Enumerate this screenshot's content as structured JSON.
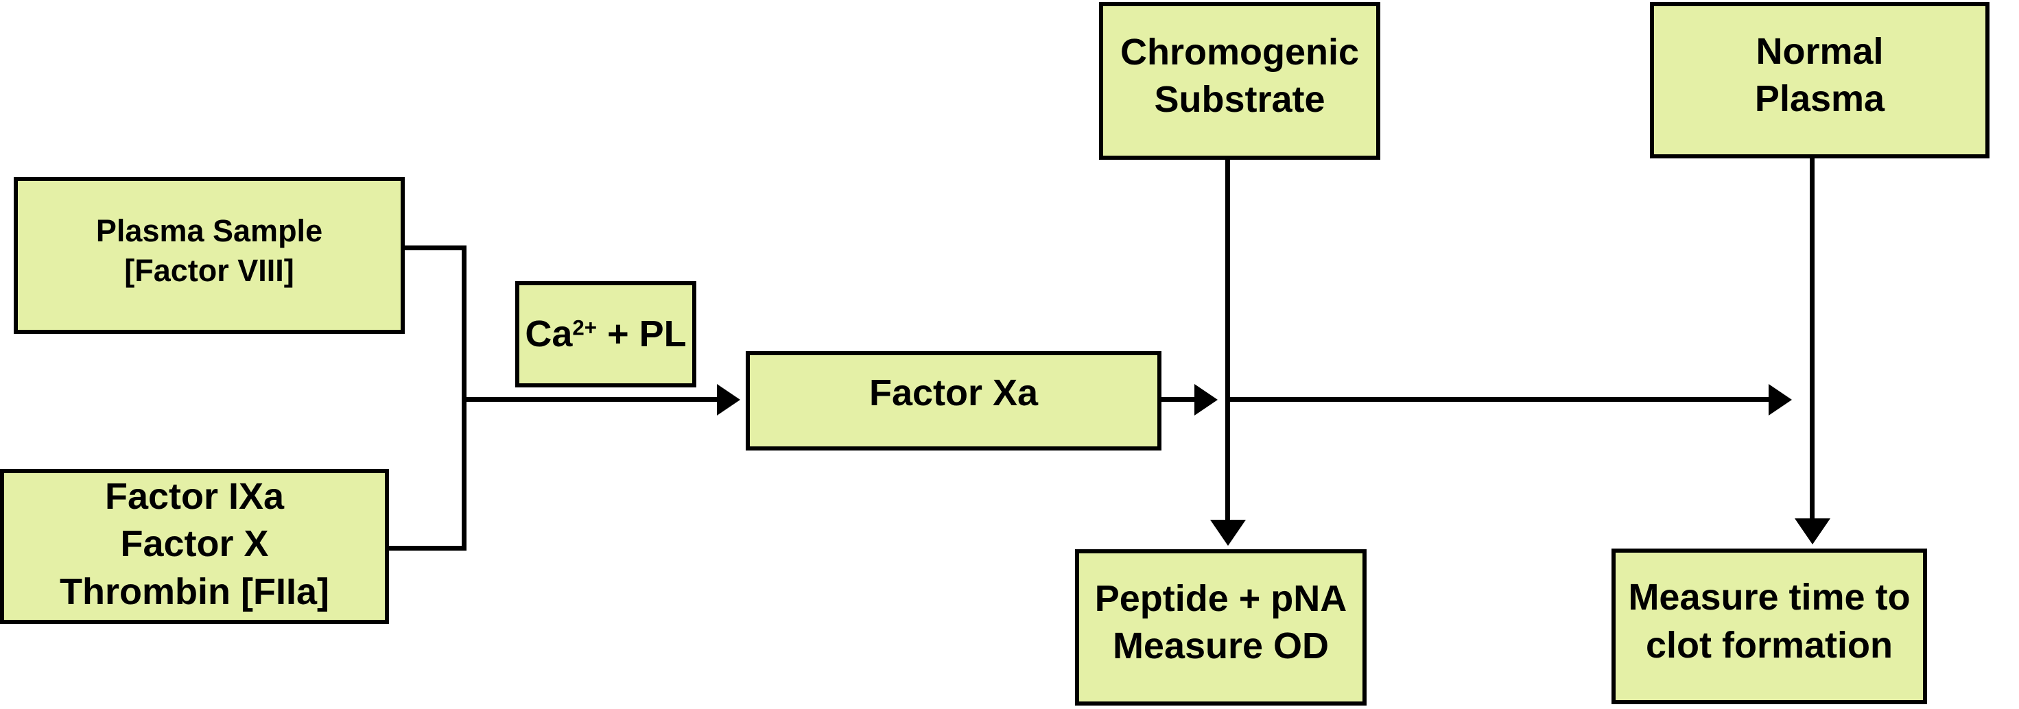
{
  "diagram": {
    "background": "#ffffff",
    "box_fill": "#e4f0a6",
    "box_border": "#000000",
    "line_color": "#000000",
    "nodes": {
      "chromogenic": {
        "line1": "Chromogenic",
        "line2": "Substrate"
      },
      "normal_plasma": {
        "line1": "Normal",
        "line2": "Plasma"
      },
      "plasma_sample": {
        "line1": "Plasma Sample",
        "line2": "[Factor VIII]"
      },
      "factor_mix": {
        "line1": "Factor IXa",
        "line2": "Factor X",
        "line3": "Thrombin [FIIa]"
      },
      "ca_pl": {
        "base": "Ca",
        "sup": "2+",
        "rest": " + PL"
      },
      "factor_xa": {
        "line1": "Factor Xa"
      },
      "peptide": {
        "line1": "Peptide + pNA",
        "line2": "Measure OD"
      },
      "measure_time": {
        "line1": "Measure time to",
        "line2": "clot formation"
      }
    }
  }
}
